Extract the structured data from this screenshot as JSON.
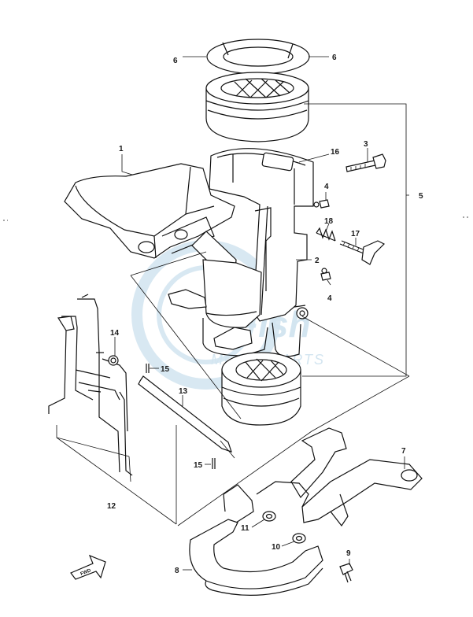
{
  "diagram": {
    "watermark": {
      "brand": "Fish",
      "sub": "MOTORPARTS"
    },
    "direction_mark": "FWD",
    "labels": {
      "p1": "1",
      "p2": "2",
      "p3": "3",
      "p4a": "4",
      "p4b": "4",
      "p5": "5",
      "p6a": "6",
      "p6b": "6",
      "p7": "7",
      "p8": "8",
      "p9": "9",
      "p10": "10",
      "p11": "11",
      "p12": "12",
      "p13": "13",
      "p14": "14",
      "p15a": "15",
      "p15b": "15",
      "p16": "16",
      "p17": "17",
      "p18": "18"
    }
  }
}
